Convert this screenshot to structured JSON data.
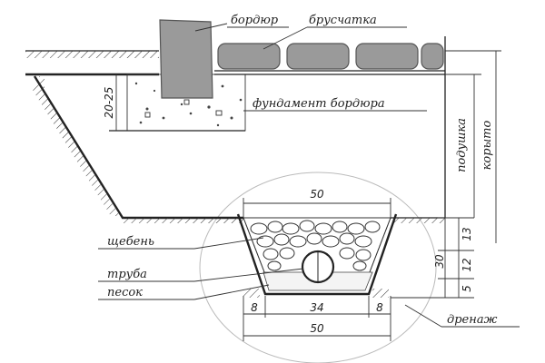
{
  "labels": {
    "curb": "бордюр",
    "paving": "брусчатка",
    "curb_foundation": "фундамент бордюра",
    "cushion": "подушка",
    "trough": "корыто",
    "gravel": "щебень",
    "pipe": "труба",
    "sand": "песок",
    "drainage": "дренаж"
  },
  "dimensions": {
    "foundation_depth": "20-25",
    "trench_top_width": "50",
    "trench_bottom_inner": "34",
    "trench_bottom_left": "8",
    "trench_bottom_right": "8",
    "trench_bottom_total": "50",
    "depth_total": "30",
    "depth_upper": "13",
    "depth_middle": "12",
    "depth_lower": "5"
  },
  "colors": {
    "line": "#222222",
    "paver": "#9a9a9a",
    "curb": "#9a9a9a"
  }
}
